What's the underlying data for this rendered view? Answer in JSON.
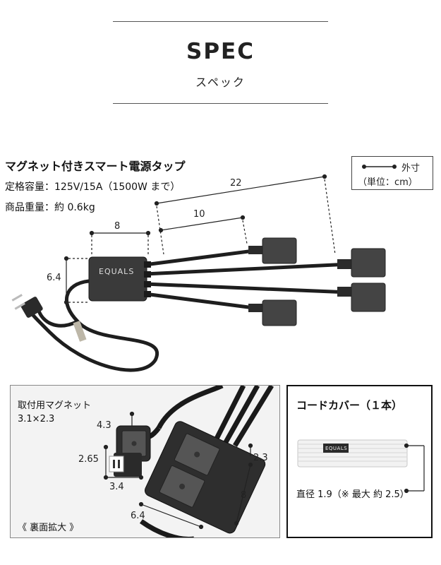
{
  "header": {
    "title": "SPEC",
    "subtitle": "スペック"
  },
  "product": {
    "name": "マグネット付きスマート電源タップ",
    "rated_capacity": "定格容量：125V/15A（1500W まで）",
    "weight": "商品重量：約 0.6kg",
    "brand": "EQUALS"
  },
  "legend": {
    "label": "外寸",
    "unit": "（単位：cm）"
  },
  "dimensions": {
    "total_length": "22",
    "mid_length": "10",
    "body_width": "8",
    "body_height": "6.4"
  },
  "back_detail": {
    "magnet_title": "取付用マグネット",
    "magnet_size": "3.1×2.3",
    "plug_height": "4.3",
    "plug_depth": "2.65",
    "plug_width": "3.4",
    "body_thickness": "2.3",
    "body_length": "8",
    "body_width": "6.4",
    "caption": "《 裏面拡大 》"
  },
  "cord_cover": {
    "title": "コードカバー（１本）",
    "brand": "EQUALS",
    "diameter": "直径 1.9（※ 最大 約 2.5）"
  },
  "colors": {
    "product_body": "#3a3a3a",
    "cable": "#1e1e1e",
    "outlet_head": "#444444",
    "dimension_line": "#222222"
  }
}
